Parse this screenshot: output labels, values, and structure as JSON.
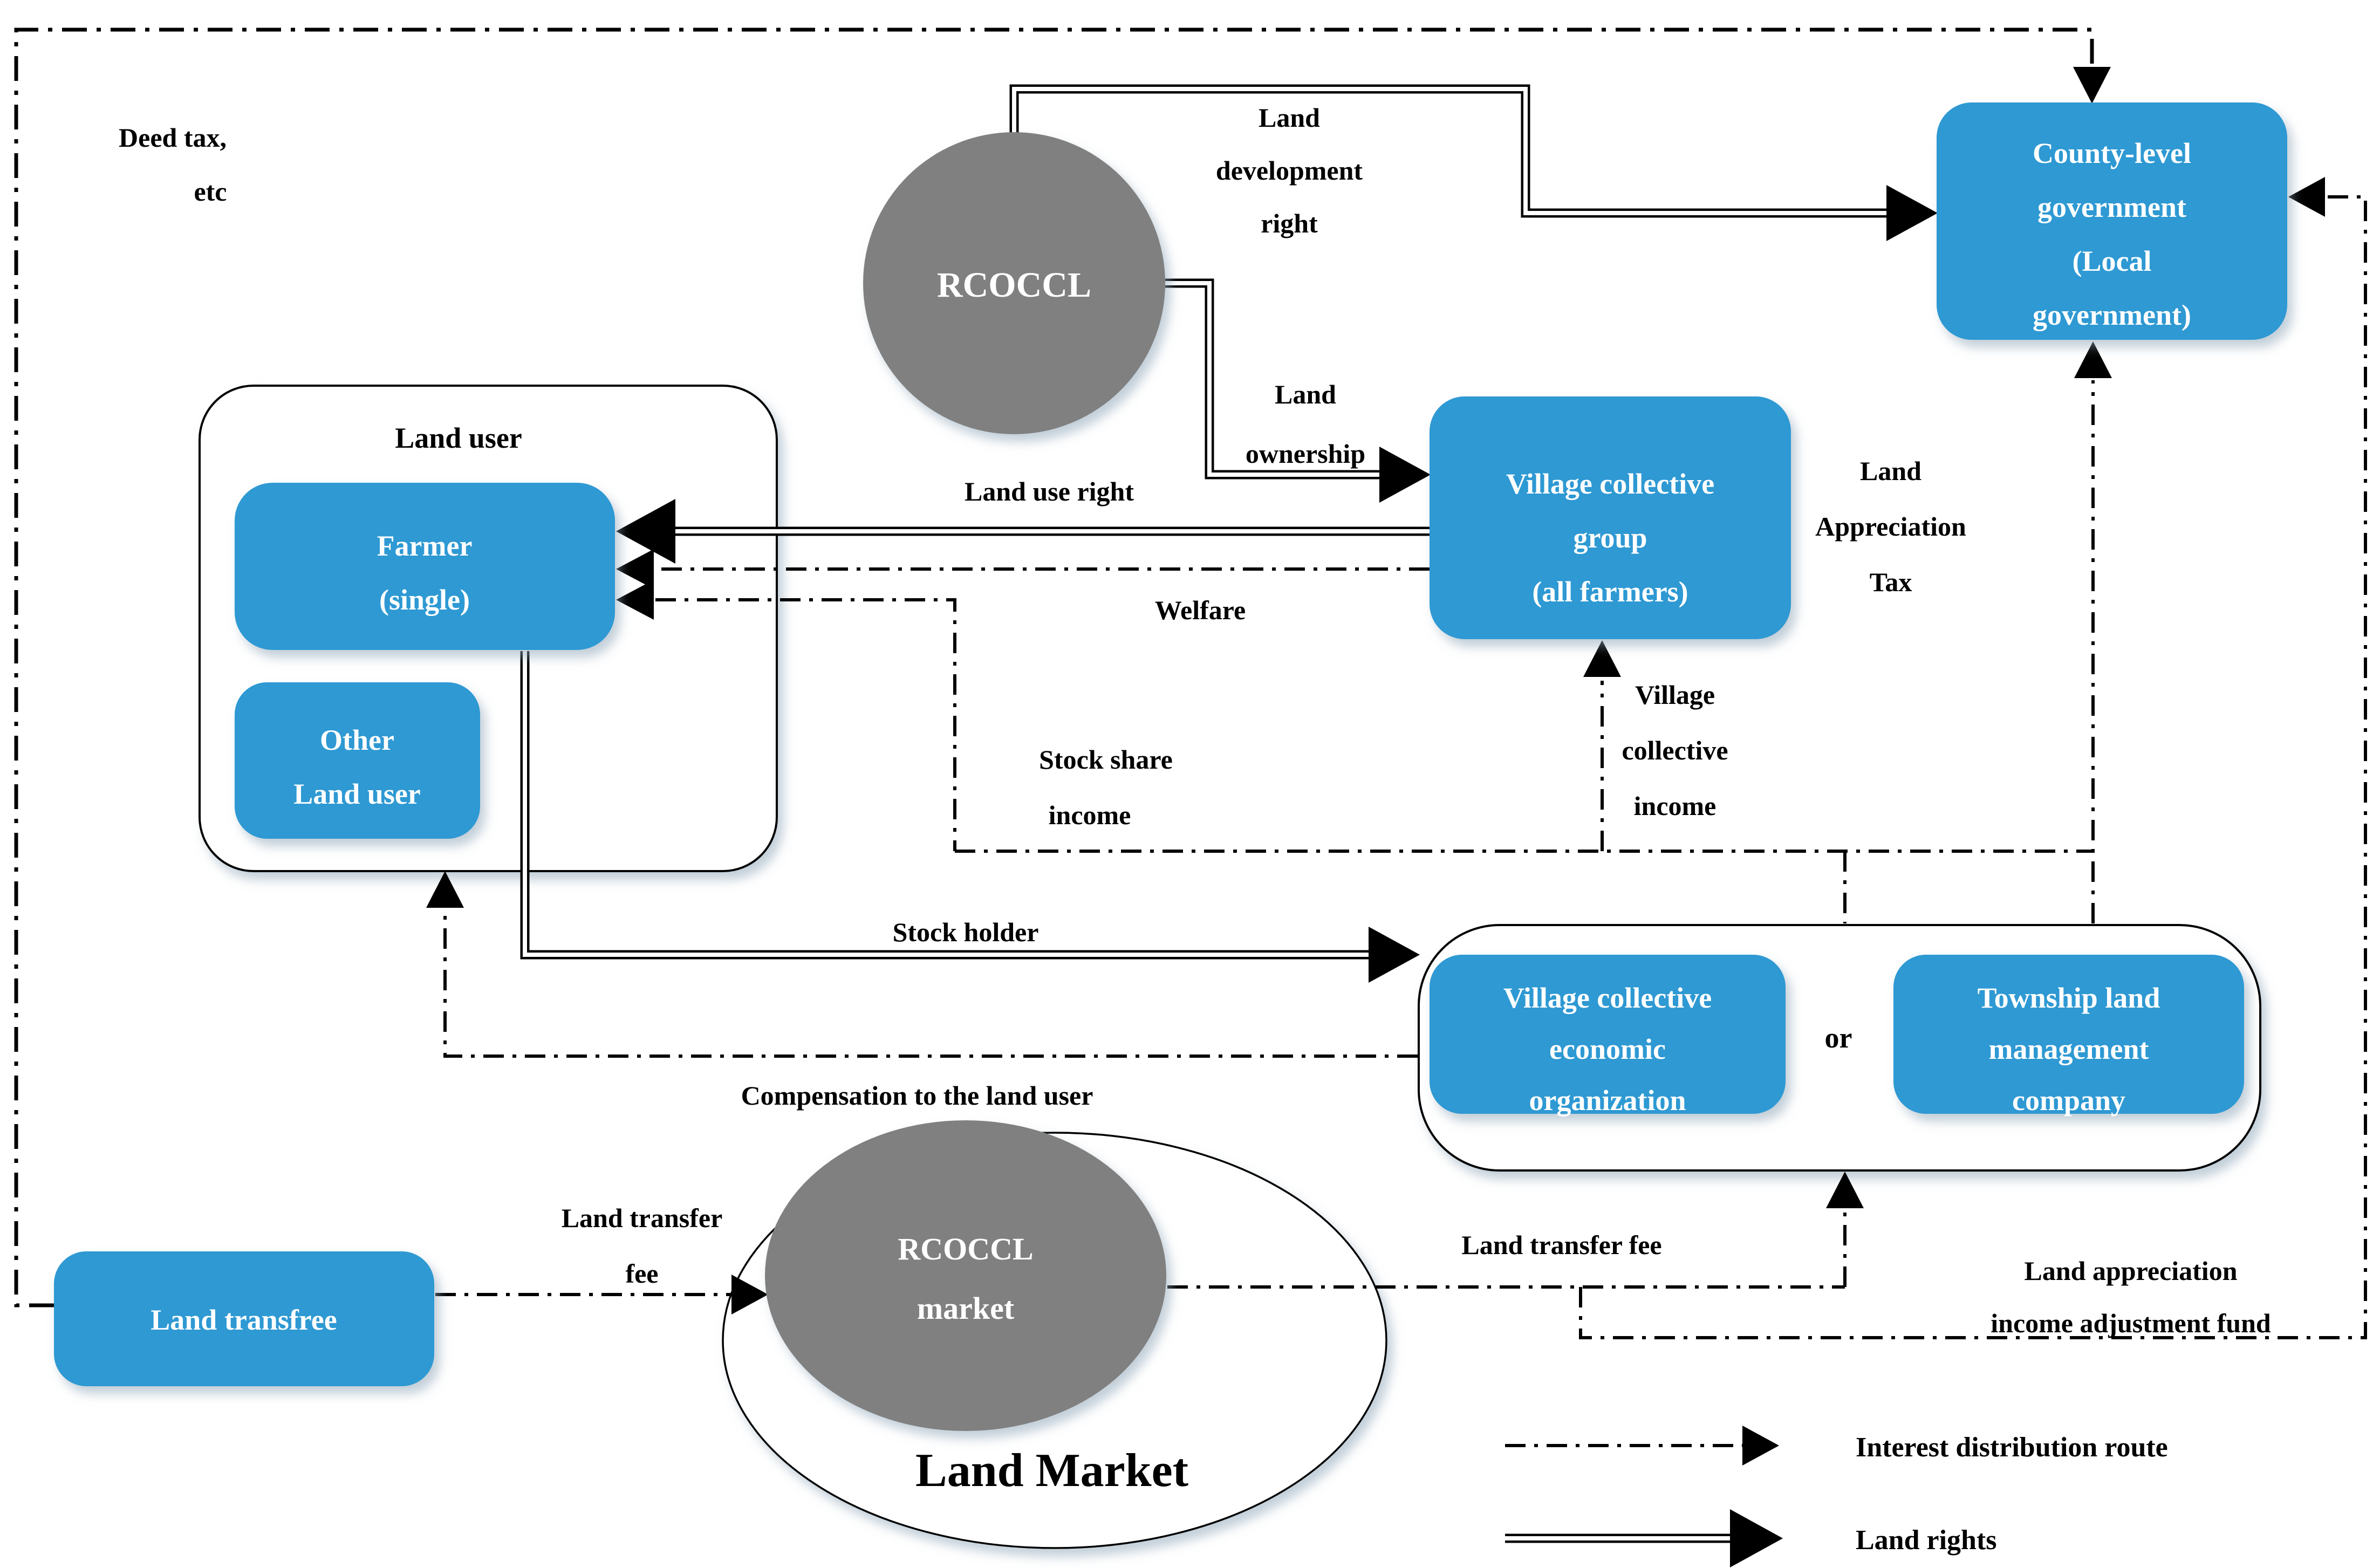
{
  "colors": {
    "box_blue": "#2D99D3",
    "shape_gray": "#808080",
    "line_black": "#000000"
  },
  "nodes": {
    "rcoccl": {
      "label": "RCOCCL"
    },
    "county_gov": {
      "lines": [
        "County-level",
        "government",
        "(Local",
        "government)"
      ]
    },
    "village_group": {
      "lines": [
        "Village collective",
        "group",
        "(all farmers)"
      ]
    },
    "land_user_container": {
      "title": "Land user"
    },
    "farmer": {
      "lines": [
        "Farmer",
        "(single)"
      ]
    },
    "other_land_user": {
      "lines": [
        "Other",
        "Land user"
      ]
    },
    "vceo": {
      "lines": [
        "Village collective",
        "economic",
        "organization"
      ]
    },
    "or_label": "or",
    "township": {
      "lines": [
        "Township land",
        "management",
        "company"
      ]
    },
    "land_transfree": {
      "label": "Land transfree"
    },
    "rcoccl_market": {
      "lines": [
        "RCOCCL",
        "market"
      ]
    },
    "land_market": {
      "label": "Land Market"
    }
  },
  "edge_labels": {
    "deed_tax": {
      "lines": [
        "Deed tax,",
        "etc"
      ]
    },
    "land_development_right": {
      "lines": [
        "Land",
        "development",
        "right"
      ]
    },
    "land_ownership": {
      "lines": [
        "Land",
        "ownership"
      ]
    },
    "land_use_right": "Land use right",
    "welfare": "Welfare",
    "stock_share_income": {
      "lines": [
        "Stock share",
        "income"
      ]
    },
    "village_collective_income": {
      "lines": [
        "Village",
        "collective",
        "income"
      ]
    },
    "land_appreciation_tax": {
      "lines": [
        "Land",
        "Appreciation",
        "Tax"
      ]
    },
    "stock_holder": "Stock holder",
    "compensation": "Compensation to the land user",
    "land_transfer_fee_left": {
      "lines": [
        "Land transfer",
        "fee"
      ]
    },
    "land_transfer_fee_right": "Land transfer fee",
    "land_appreciation_fund": {
      "lines": [
        "Land appreciation",
        "income adjustment fund"
      ]
    }
  },
  "legend": {
    "interest_route": "Interest distribution route",
    "land_rights": "Land rights"
  }
}
